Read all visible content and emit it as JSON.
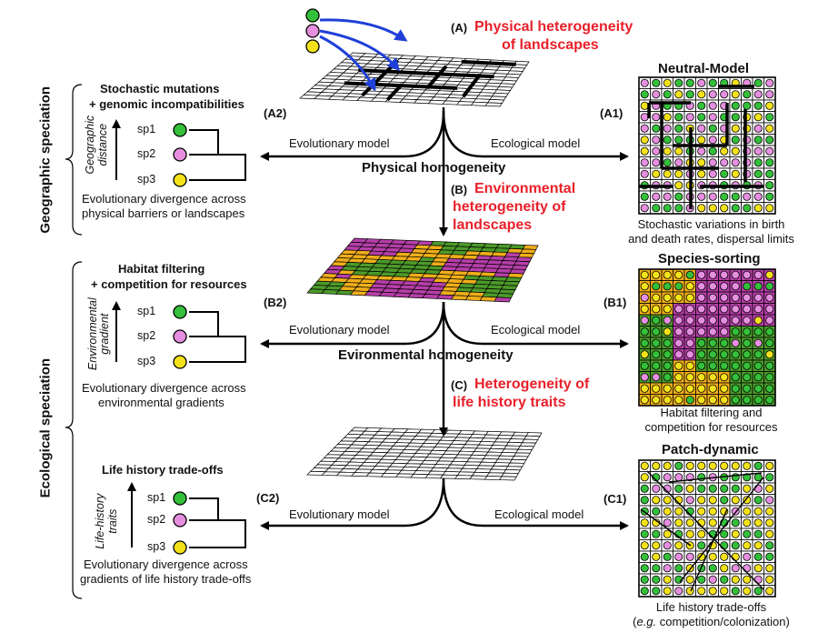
{
  "colors": {
    "green": "#34c03a",
    "pink": "#e68fe0",
    "yellow": "#f3e21a",
    "purple": "#b63fa8",
    "orange": "#f0ae1a",
    "leaf": "#4c9a2a",
    "arrow_blue": "#1f3fd8",
    "accent_red": "#e8202a"
  },
  "side_labels": {
    "geographic": "Geographic speciation",
    "ecological": "Ecological speciation"
  },
  "steps": {
    "a": {
      "tag": "(A)",
      "line1": "Physical heterogeneity",
      "line2": "of landscapes"
    },
    "b": {
      "tag": "(B)",
      "line1": "Environmental",
      "line2": "heterogeneity of",
      "line3": "landscapes"
    },
    "c": {
      "tag": "(C)",
      "line1": "Heterogeneity of",
      "line2": "life history traits"
    }
  },
  "homogeneity": {
    "physical": "Physical homogeneity",
    "environmental": "Evironmental homogeneity"
  },
  "arrows": {
    "evolutionary": "Evolutionary model",
    "ecological": "Ecological model"
  },
  "panels_left": {
    "a2": {
      "tag": "(A2)",
      "title1": "Stochastic mutations",
      "title2": "+ genomic incompatibilities",
      "axis1": "Geographic",
      "axis2": "distance",
      "species": [
        "sp1",
        "sp2",
        "sp3"
      ],
      "caption1": "Evolutionary divergence across",
      "caption2": "physical barriers or landscapes"
    },
    "b2": {
      "tag": "(B2)",
      "title1": "Habitat filtering",
      "title2": "+ competition for resources",
      "axis1": "Environmental",
      "axis2": "gradient",
      "species": [
        "sp1",
        "sp2",
        "sp3"
      ],
      "caption1": "Evolutionary divergence across",
      "caption2": "environmental gradients"
    },
    "c2": {
      "tag": "(C2)",
      "title1": "Life history trade-offs",
      "axis1": "Life-history",
      "axis2": "traits",
      "species": [
        "sp1",
        "sp2",
        "sp3"
      ],
      "caption1": "Evolutionary divergence across",
      "caption2": "gradients of life history trade-offs"
    }
  },
  "panels_right": {
    "a1": {
      "tag": "(A1)",
      "title": "Neutral-Model",
      "caption1": "Stochastic variations in birth",
      "caption2": "and death rates, dispersal limits"
    },
    "b1": {
      "tag": "(B1)",
      "title": "Species-sorting",
      "caption1": "Habitat filtering and",
      "caption2": "competition for resources"
    },
    "c1": {
      "tag": "(C1)",
      "title": "Patch-dynamic",
      "caption1": "Life history trade-offs",
      "caption2_italic": "e.g.",
      "caption2": "(e.g. competition/colonization)"
    }
  }
}
